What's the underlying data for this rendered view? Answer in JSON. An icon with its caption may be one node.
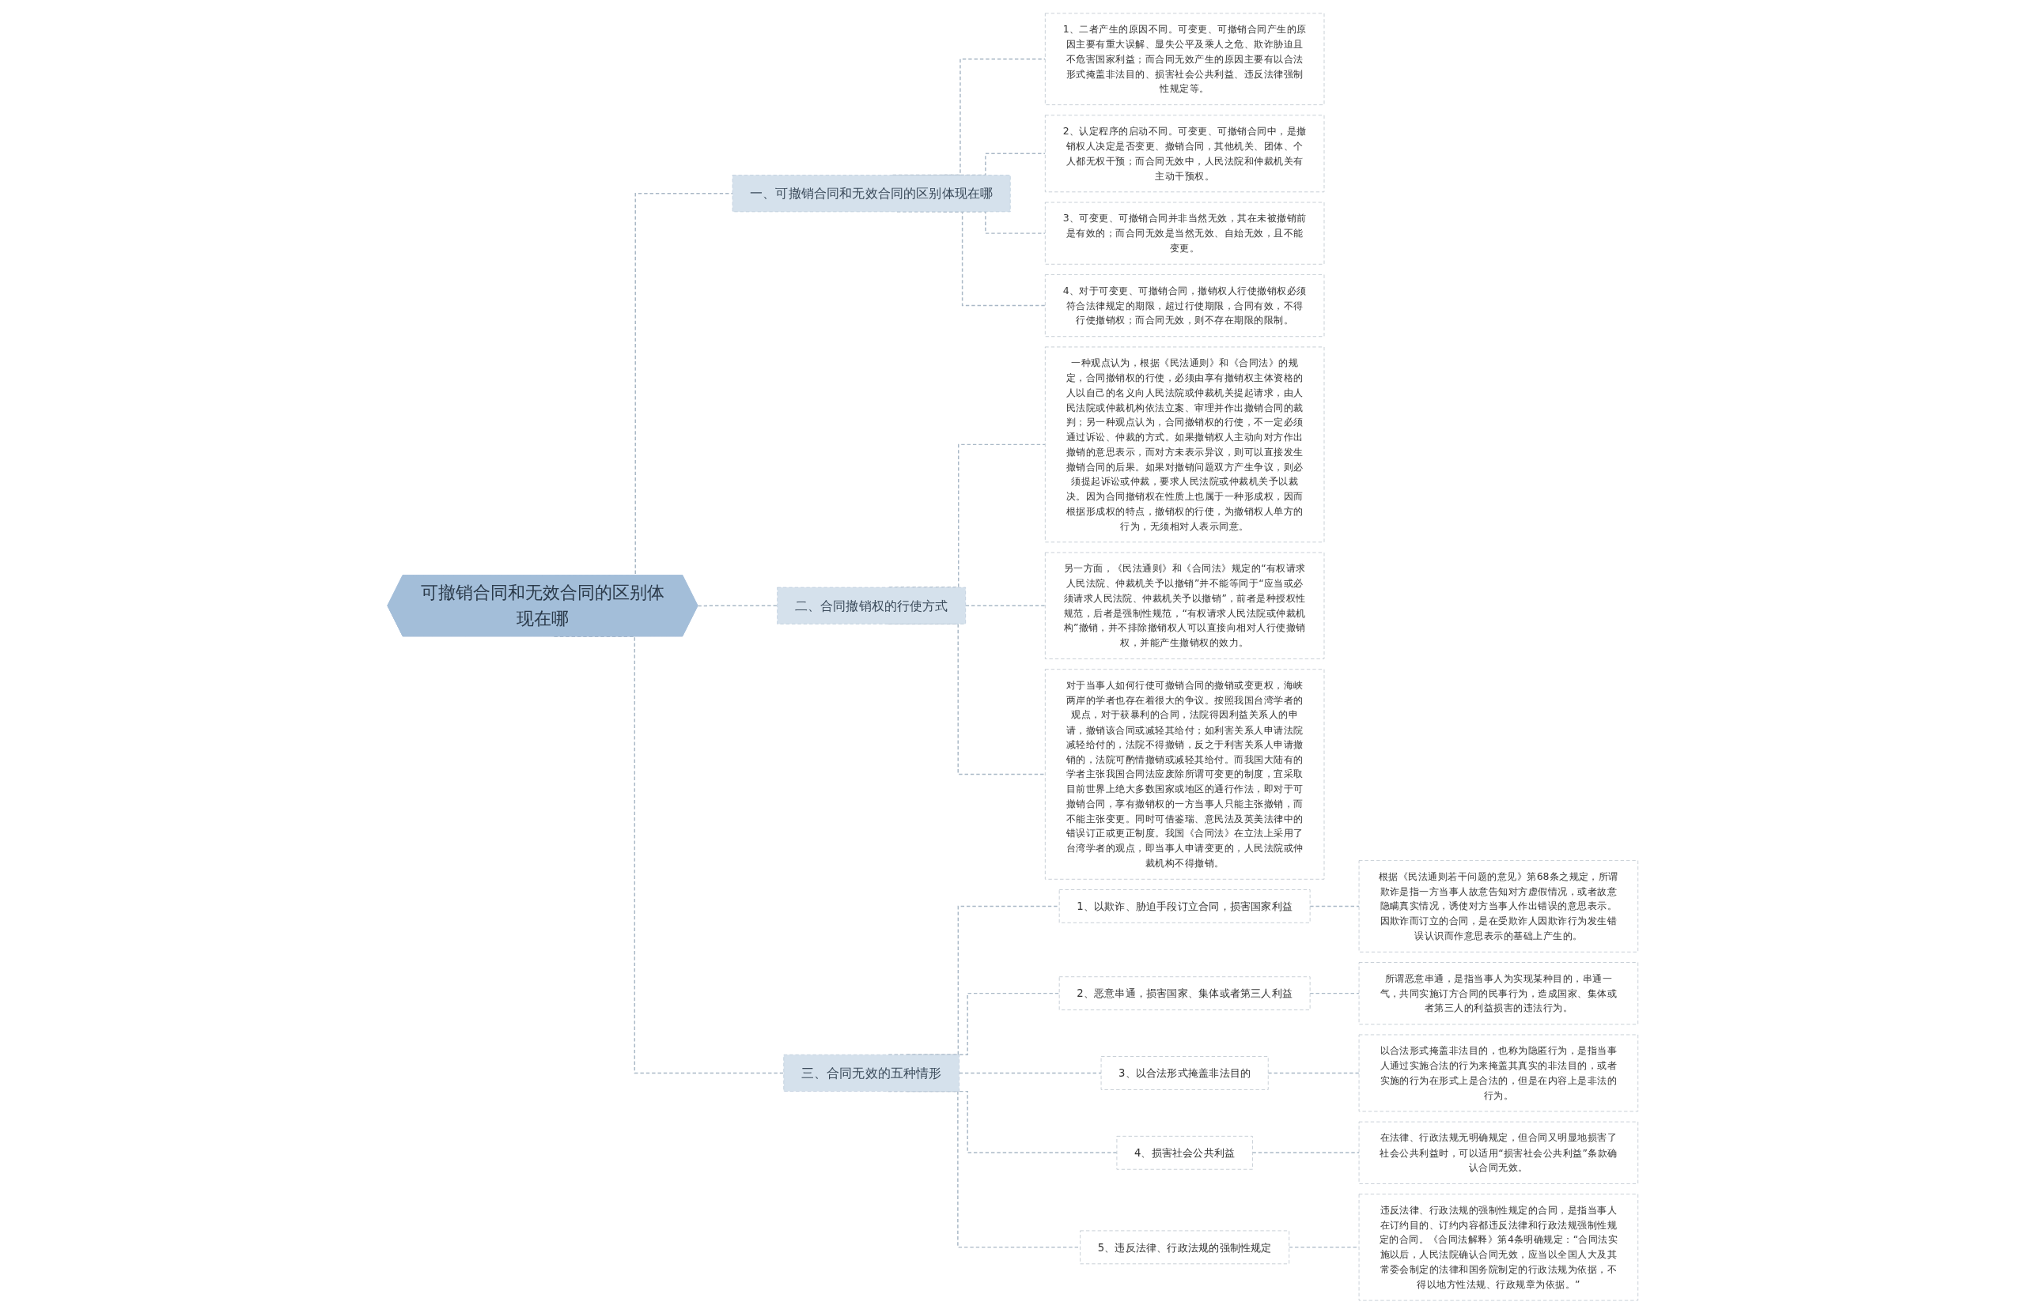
{
  "diagram": {
    "nodes": [
      {
        "text": [
          "可撤销合同和无效合同的区别体现在哪"
        ]
      },
      {
        "text": [
          "一、可撤销合同和无效合同的区别体现在哪"
        ]
      },
      {
        "text": [
          "1、二者产生的原因不同。可变更、可撤销合同产生的原因主要有重大误解、显失公平及乘人之危、欺诈胁迫且不危害国家利益；而合同无效产生的原因主要有以合法形式掩盖非法目的、损害社会公共利益、违反法律强制性规定等。"
        ]
      },
      {
        "text": [
          "2、认定程序的启动不同。可变更、可撤销合同中，是撤销权人决定是否变更、撤销合同，其他机关、团体、个人都无权干预；而合同无效中，人民法院和仲裁机关有主动干预权。"
        ]
      },
      {
        "text": [
          "3、可变更、可撤销合同并非当然无效，其在未被撤销前是有效的；而合同无效是当然无效、自始无效，且不能变更。"
        ]
      },
      {
        "text": [
          "4、对于可变更、可撤销合同，撤销权人行使撤销权必须符合法律规定的期限，超过行使期限，合同有效，不得行使撤销权；而合同无效，则不存在期限的限制。"
        ]
      },
      {
        "text": [
          "二、合同撤销权的行使方式"
        ]
      },
      {
        "text": [
          "一种观点认为，根据《民法通则》和《合同法》的规定，合同撤销权的行使，必须由享有撤销权主体资格的人以自己的名义向人民法院或仲裁机关提起请求，由人民法院或仲裁机构依法立案、审理并作出撤销合同的裁判；另一种观点认为，合同撤销权的行使，不一定必须通过诉讼、仲裁的方式。如果撤销权人主动向对方作出撤销的意思表示，而对方未表示异议，则可以直接发生撤销合同的后果。如果对撤销问题双方产生争议，则必须提起诉讼或仲裁，要求人民法院或仲裁机关予以裁决。因为合同撤销权在性质上也属于一种形成权，因而根据形成权的特点，撤销权的行使，为撤销权人单方的行为，无须相对人表示同意。"
        ]
      },
      {
        "text": [
          "另一方面，《民法通则》和《合同法》规定的“有权请求人民法院、仲裁机关予以撤销”并不能等同于“应当或必须请求人民法院、仲裁机关予以撤销”，前者是种授权性规范，后者是强制性规范，“有权请求人民法院或仲裁机构”撤销，并不排除撤销权人可以直接向相对人行使撤销权，并能产生撤销权的效力。"
        ]
      },
      {
        "text": [
          "对于当事人如何行使可撤销合同的撤销或变更权，海峡两岸的学者也存在着很大的争议。按照我国台湾学者的观点，对于获暴利的合同，法院得因利益关系人的申请，撤销该合同或减轻其给付；如利害关系人申请法院减轻给付的，法院不得撤销，反之于利害关系人申请撤销的，法院可酌情撤销或减轻其给付。而我国大陆有的学者主张我国合同法应废除所谓可变更的制度，宜采取目前世界上绝大多数国家或地区的通行作法，即对于可撤销合同，享有撤销权的一方当事人只能主张撤销，而不能主张变更。同时可借鉴瑞、意民法及英美法律中的错误订正或更正制度。我国《合同法》在立法上采用了台湾学者的观点，即当事人申请变更的，人民法院或仲裁机构不得撤销。"
        ]
      },
      {
        "text": [
          "三、合同无效的五种情形"
        ]
      },
      {
        "text": [
          "1、以欺诈、胁迫手段订立合同，损害国家利益"
        ]
      },
      {
        "text": [
          "根据《民法通则若干问题的意见》第68条之规定，所谓欺诈是指一方当事人故意告知对方虚假情况，或者故意隐瞒真实情况，诱使对方当事人作出错误的意思表示。因欺诈而订立的合同，是在受欺诈人因欺诈行为发生错误认识而作意思表示的基础上产生的。"
        ]
      },
      {
        "text": [
          "2、恶意串通，损害国家、集体或者第三人利益"
        ]
      },
      {
        "text": [
          "所谓恶意串通，是指当事人为实现某种目的，串通一气，共同实施订方合同的民事行为，造成国家、集体或者第三人的利益损害的违法行为。"
        ]
      },
      {
        "text": [
          "3、以合法形式掩盖非法目的"
        ]
      },
      {
        "text": [
          "以合法形式掩盖非法目的，也称为隐匿行为，是指当事人通过实施合法的行为来掩盖其真实的非法目的，或者实施的行为在形式上是合法的，但是在内容上是非法的行为。"
        ]
      },
      {
        "text": [
          "4、损害社会公共利益"
        ]
      },
      {
        "text": [
          "在法律、行政法规无明确规定，但合同又明显地损害了社会公共利益时，可以适用“损害社会公共利益”条款确认合同无效。"
        ]
      },
      {
        "text": [
          "5、违反法律、行政法规的强制性规定"
        ]
      },
      {
        "text": [
          "违反法律、行政法规的强制性规定的合同，是指当事人在订约目的、订约内容都违反法律和行政法规强制性规定的合同。《合同法解释》第4条明确规定：“合同法实施以后，人民法院确认合同无效，应当以全国人大及其常委会制定的法律和国务院制定的行政法规为依据，不得以地方性法规、行政规章为依据。”"
        ]
      }
    ],
    "edges": [
      {
        "from": 0,
        "to": 1,
        "arrow": "none"
      },
      {
        "from": 1,
        "to": 2,
        "arrow": "none"
      },
      {
        "from": 1,
        "to": 3,
        "arrow": "none"
      },
      {
        "from": 1,
        "to": 4,
        "arrow": "none"
      },
      {
        "from": 1,
        "to": 5,
        "arrow": "none"
      },
      {
        "from": 0,
        "to": 6,
        "arrow": "none"
      },
      {
        "from": 6,
        "to": 7,
        "arrow": "none"
      },
      {
        "from": 6,
        "to": 8,
        "arrow": "none"
      },
      {
        "from": 6,
        "to": 9,
        "arrow": "none"
      },
      {
        "from": 0,
        "to": 10,
        "arrow": "none"
      },
      {
        "from": 10,
        "to": 11,
        "arrow": "none"
      },
      {
        "from": 11,
        "to": 12,
        "arrow": "none"
      },
      {
        "from": 10,
        "to": 13,
        "arrow": "none"
      },
      {
        "from": 13,
        "to": 14,
        "arrow": "none"
      },
      {
        "from": 10,
        "to": 15,
        "arrow": "none"
      },
      {
        "from": 15,
        "to": 16,
        "arrow": "none"
      },
      {
        "from": 10,
        "to": 17,
        "arrow": "none"
      },
      {
        "from": 17,
        "to": 18,
        "arrow": "none"
      },
      {
        "from": 10,
        "to": 19,
        "arrow": "none"
      },
      {
        "from": 19,
        "to": 20,
        "arrow": "none"
      }
    ]
  }
}
